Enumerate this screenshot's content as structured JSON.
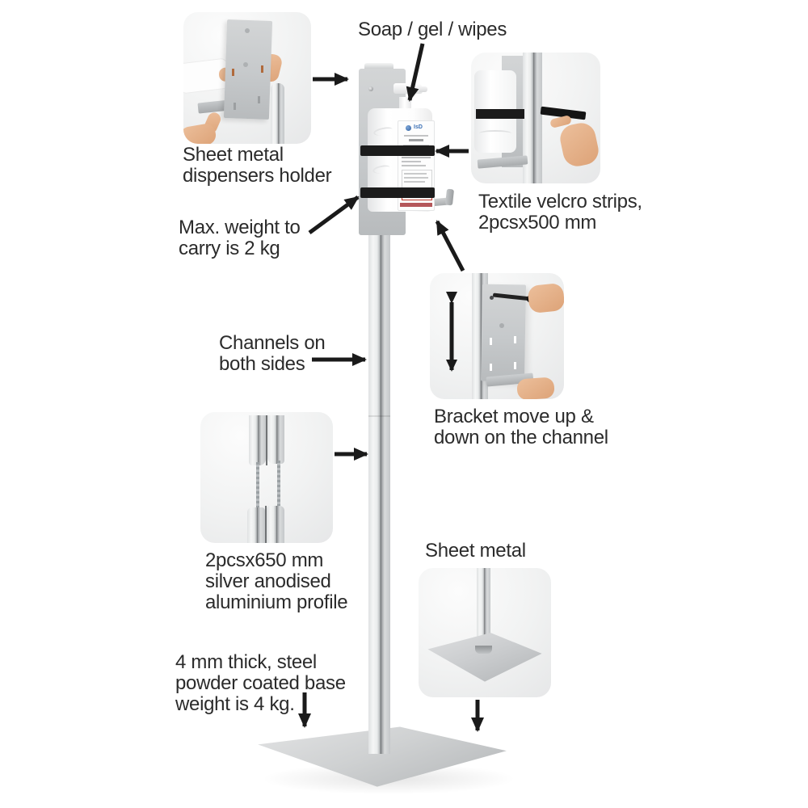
{
  "colors": {
    "background": "#ffffff",
    "text": "#2b2b2b",
    "arrow": "#1a1a1a",
    "strap_black": "#1c1c1c",
    "metal_silver": "#c9ccce",
    "brand_blue": "#3a6fb5",
    "label_red": "#c0392b"
  },
  "labels": {
    "soap": {
      "text": "Soap / gel / wipes"
    },
    "holder": {
      "lines": [
        "Sheet metal",
        "dispensers holder"
      ]
    },
    "max_weight": {
      "lines": [
        "Max. weight to",
        "carry is 2 kg"
      ]
    },
    "velcro": {
      "lines": [
        "Textile velcro strips,",
        "2pcsx500 mm"
      ]
    },
    "channels": {
      "lines": [
        "Channels on",
        "both sides"
      ]
    },
    "bracket": {
      "lines": [
        "Bracket move up &",
        "down on the channel"
      ]
    },
    "profile": {
      "lines": [
        "2pcsx650 mm",
        "silver anodised",
        "aluminium profile"
      ]
    },
    "sheet_metal": {
      "text": "Sheet metal"
    },
    "base": {
      "lines": [
        "4 mm thick, steel",
        "powder coated base",
        "weight is 4 kg."
      ]
    }
  },
  "bottle": {
    "brand": "IsD"
  }
}
